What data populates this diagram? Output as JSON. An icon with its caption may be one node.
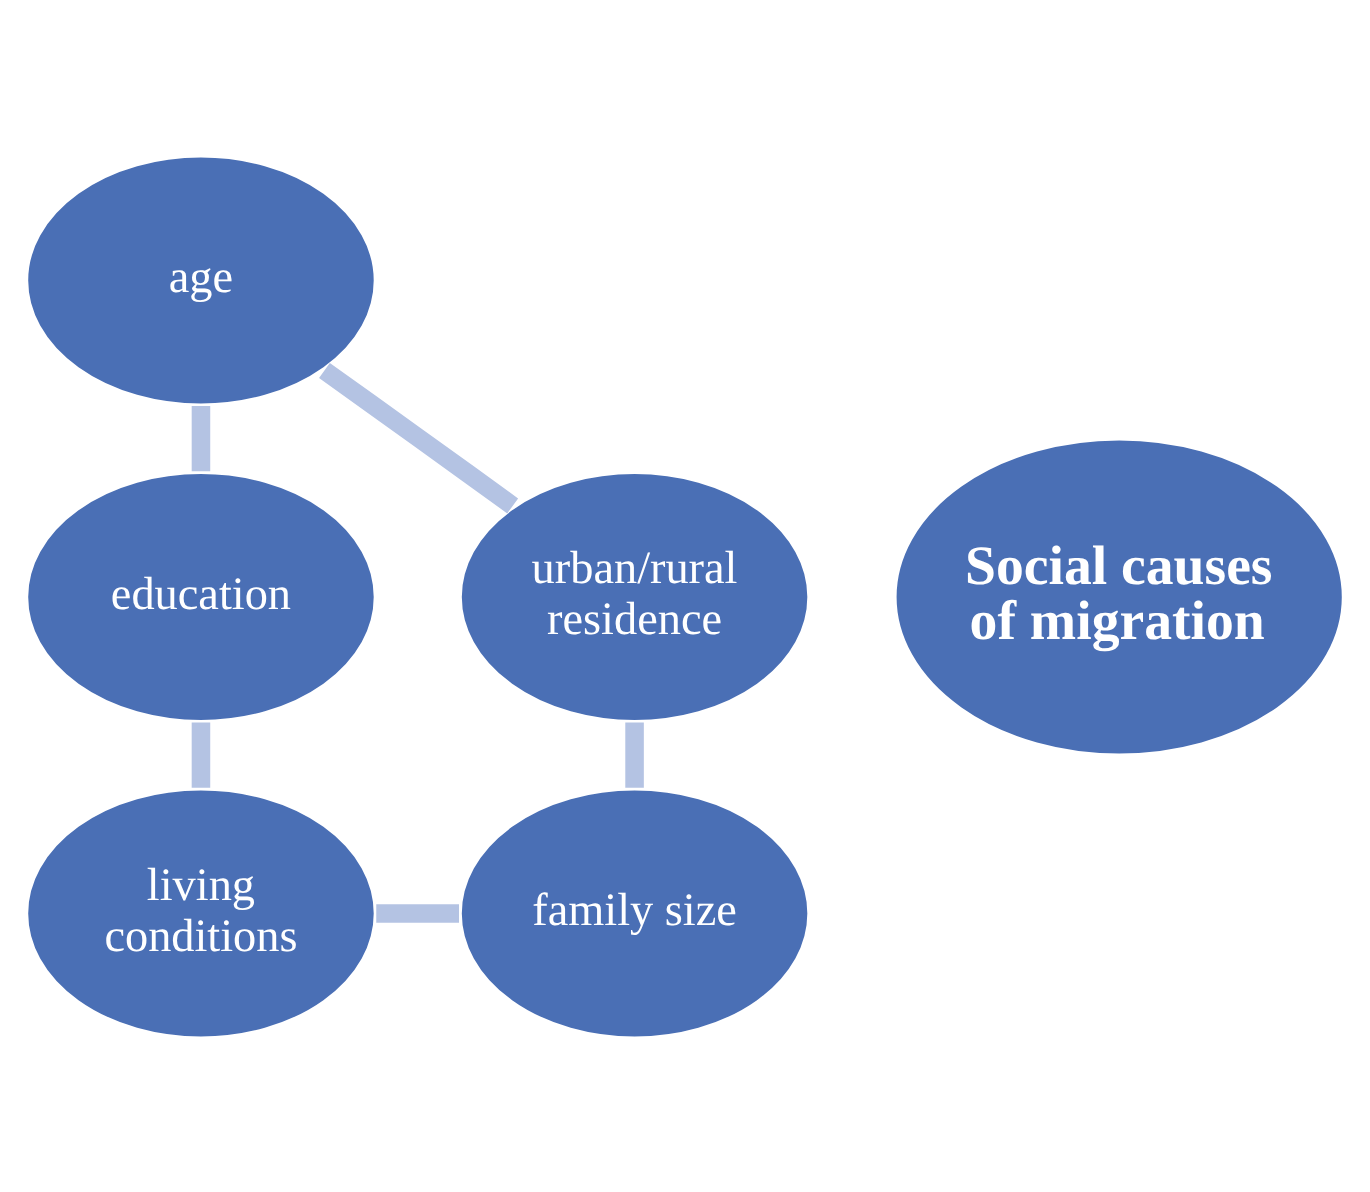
{
  "diagram": {
    "nodes": [
      {
        "text": [
          "Social causes of migration"
        ]
      },
      {
        "text": [
          "age"
        ]
      },
      {
        "text": [
          "education"
        ]
      },
      {
        "text": [
          "living conditions"
        ]
      },
      {
        "text": [
          "family size"
        ]
      },
      {
        "text": [
          "urban/rural residence"
        ]
      }
    ],
    "edges": [
      {
        "from": 1,
        "to": 2,
        "arrow": "none"
      },
      {
        "from": 2,
        "to": 3,
        "arrow": "none"
      },
      {
        "from": 3,
        "to": 4,
        "arrow": "none"
      },
      {
        "from": 4,
        "to": 5,
        "arrow": "none"
      },
      {
        "from": 5,
        "to": 1,
        "arrow": "none"
      }
    ]
  }
}
